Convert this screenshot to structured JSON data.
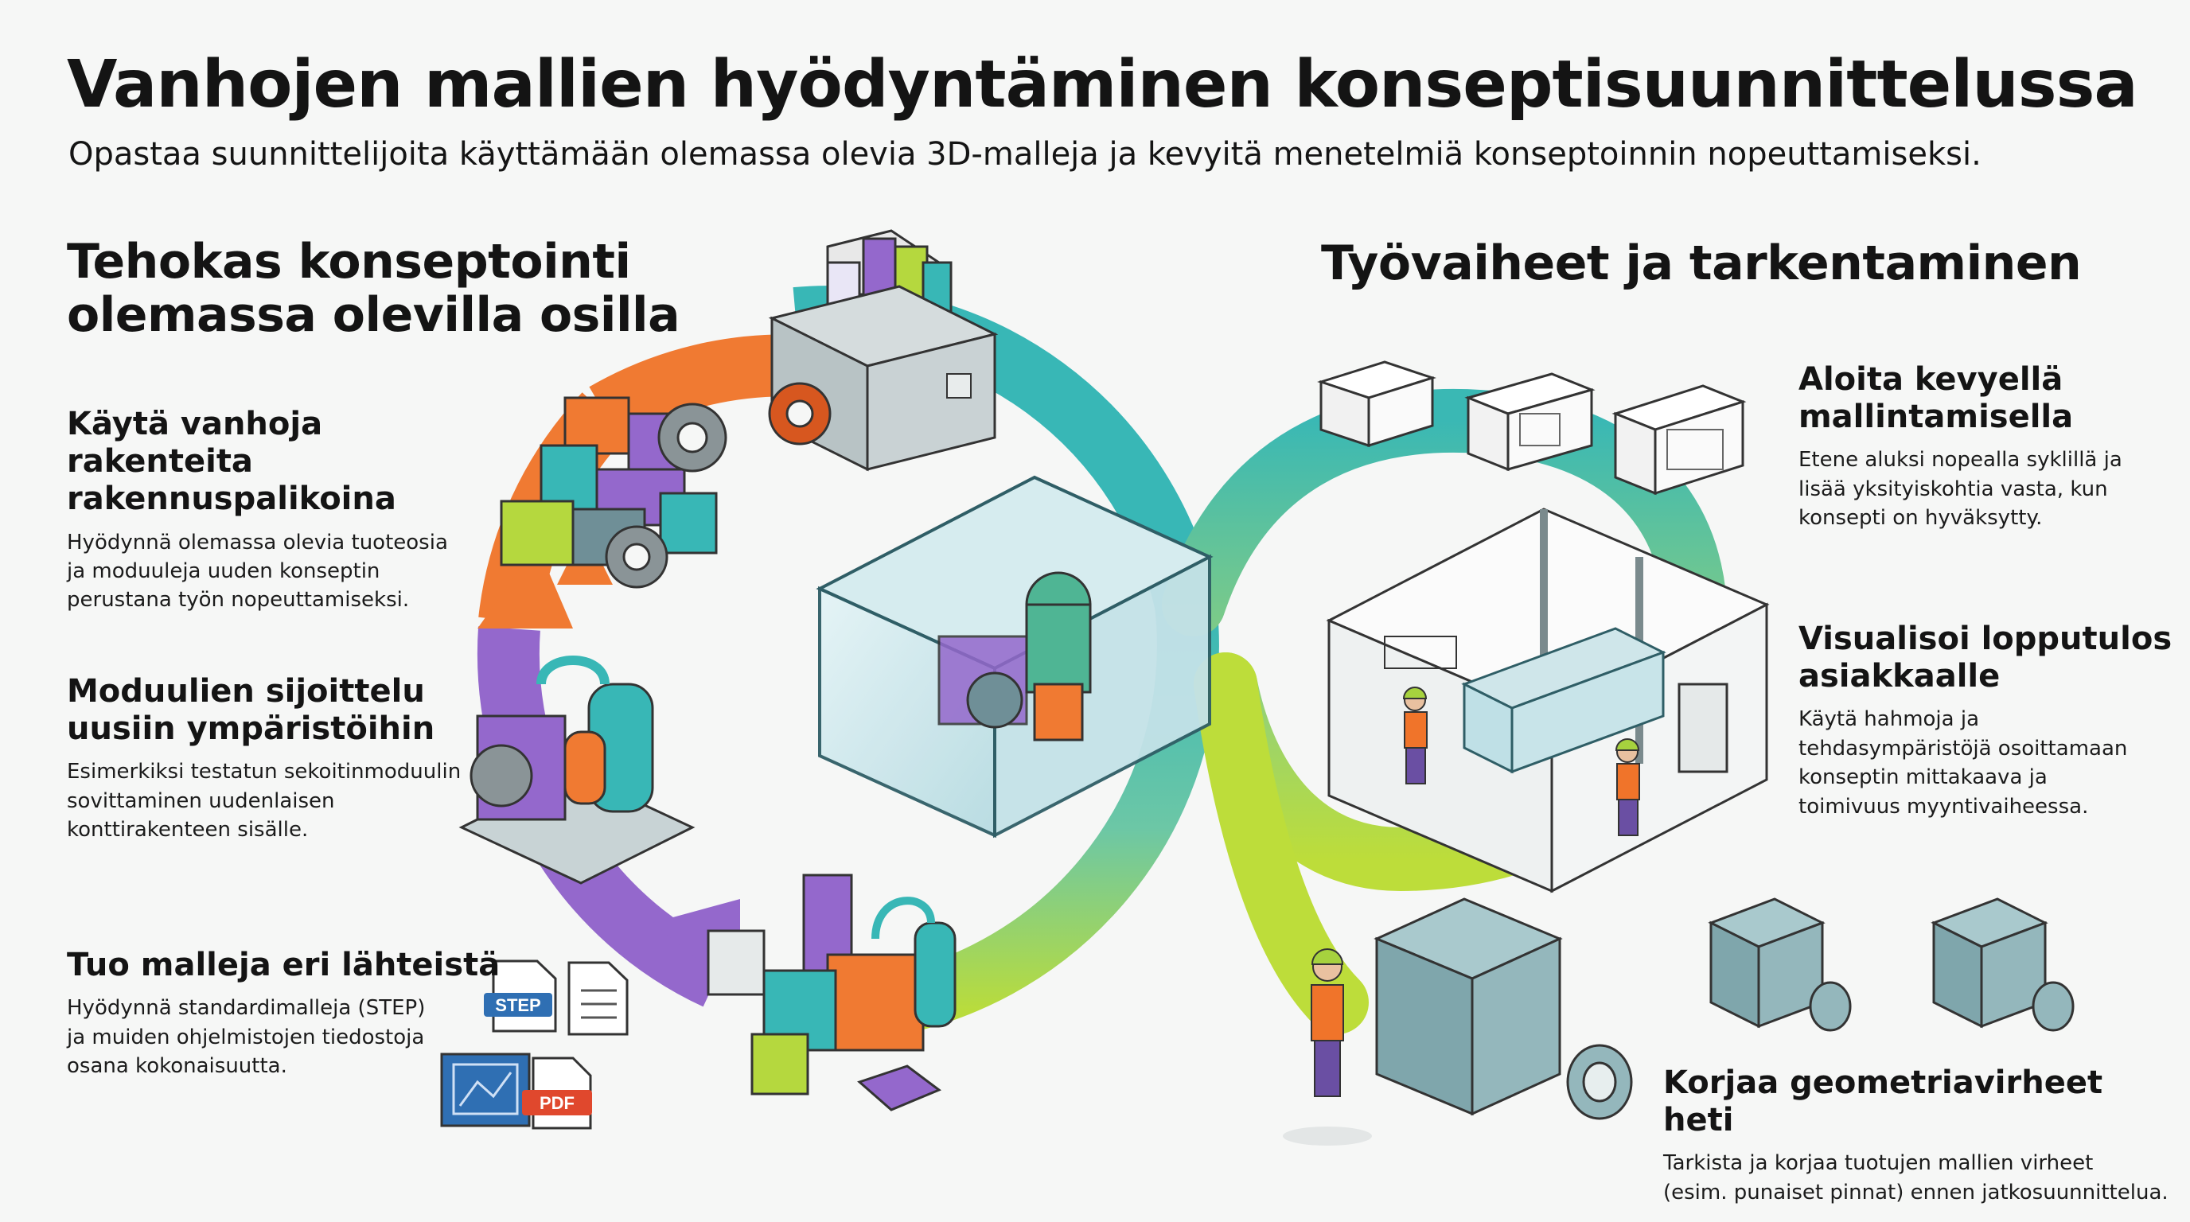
{
  "header": {
    "title": "Vanhojen mallien hyödyntäminen konseptisuunnittelussa",
    "subtitle": "Opastaa suunnittelijoita käyttämään olemassa olevia 3D-malleja ja kevyitä menetelmiä konseptoinnin nopeuttamiseksi."
  },
  "left_section": {
    "title_line1": "Tehokas konseptointi",
    "title_line2": "olemassa olevilla osilla",
    "items": [
      {
        "heading_line1": "Käytä vanhoja rakenteita",
        "heading_line2": "rakennuspalikoina",
        "text_line1": "Hyödynnä olemassa olevia tuoteosia",
        "text_line2": "ja moduuleja uuden konseptin",
        "text_line3": "perustana työn nopeuttamiseksi."
      },
      {
        "heading_line1": "Moduulien sijoittelu",
        "heading_line2": "uusiin ympäristöihin",
        "text_line1": "Esimerkiksi testatun sekoitinmoduulin",
        "text_line2": "sovittaminen uudenlaisen",
        "text_line3": "konttirakenteen sisälle."
      },
      {
        "heading_line1": "Tuo malleja eri lähteistä",
        "text_line1": "Hyödynnä standardimalleja (STEP)",
        "text_line2": "ja muiden ohjelmistojen tiedostoja",
        "text_line3": "osana kokonaisuutta."
      }
    ]
  },
  "right_section": {
    "title": "Työvaiheet ja tarkentaminen",
    "items": [
      {
        "heading_line1": "Aloita kevyellä",
        "heading_line2": "mallintamisella",
        "text_line1": "Etene aluksi nopealla syklillä ja",
        "text_line2": "lisää yksityiskohtia vasta, kun",
        "text_line3": "konsepti on hyväksytty."
      },
      {
        "heading_line1": "Visualisoi lopputulos",
        "heading_line2": "asiakkaalle",
        "text_line1": "Käytä hahmoja ja",
        "text_line2": "tehdasympäristöjä osoittamaan",
        "text_line3": "konseptin mittakaava ja",
        "text_line4": "toimivuus myyntivaiheessa."
      },
      {
        "heading_line1": "Korjaa geometriavirheet heti",
        "text_line1": "Tarkista ja korjaa tuotujen mallien virheet",
        "text_line2": "(esim. punaiset pinnat) ennen jatkosuunnittelua."
      }
    ]
  },
  "file_icons": {
    "step_label": "STEP",
    "pdf_label": "PDF"
  },
  "colors": {
    "orange": "#f07a32",
    "purple": "#9468cc",
    "teal": "#35b6b4",
    "lime": "#b5d83e",
    "glass": "#cfe6ea",
    "steel": "#6f8f97",
    "worker_vest": "#f0742a",
    "worker_helmet": "#a6d23e"
  }
}
